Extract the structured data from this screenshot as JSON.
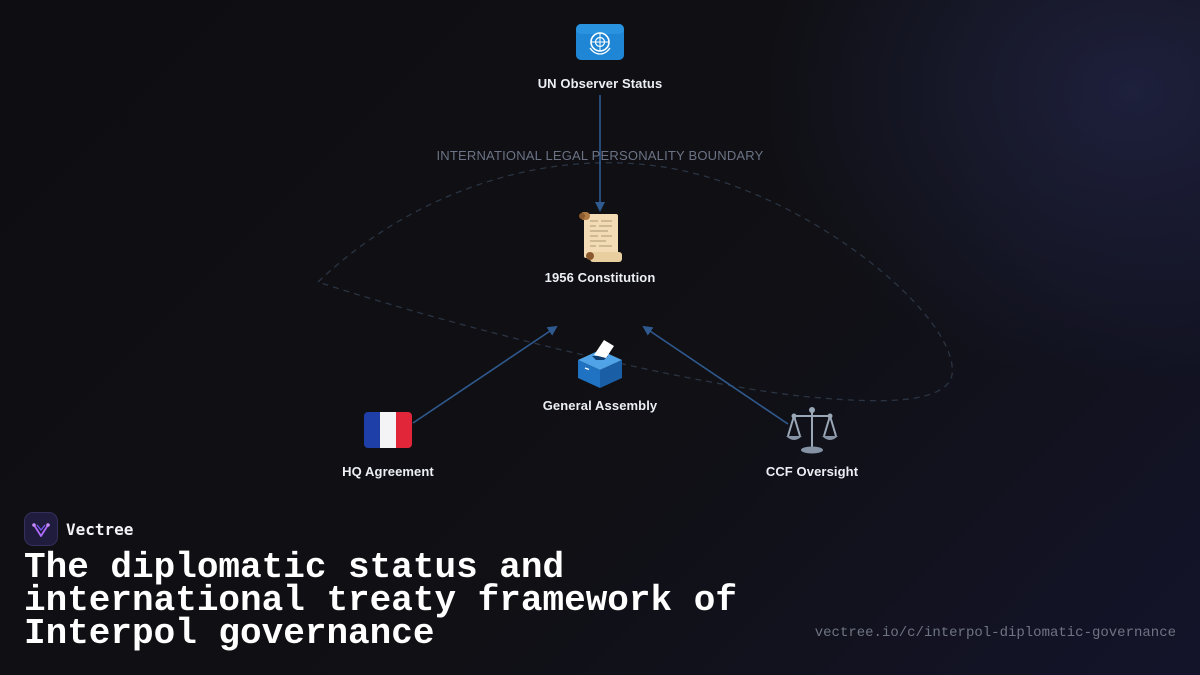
{
  "diagram": {
    "boundary_label": "INTERNATIONAL LEGAL PERSONALITY BOUNDARY",
    "nodes": {
      "un_observer": {
        "label": "UN Observer Status",
        "icon": "un-flag-icon"
      },
      "constitution": {
        "label": "1956 Constitution",
        "icon": "scroll-icon"
      },
      "general_assembly": {
        "label": "General Assembly",
        "icon": "ballot-box-icon"
      },
      "hq_agreement": {
        "label": "HQ Agreement",
        "icon": "france-flag-icon"
      },
      "ccf_oversight": {
        "label": "CCF Oversight",
        "icon": "balance-scale-icon"
      }
    },
    "edges": [
      {
        "from": "UN Observer Status",
        "to": "1956 Constitution"
      },
      {
        "from": "HQ Agreement",
        "to": "1956 Constitution"
      },
      {
        "from": "CCF Oversight",
        "to": "1956 Constitution"
      }
    ],
    "colors": {
      "edge": "#2f5a8f",
      "boundary": "#2a3442",
      "node_label": "#eceff4"
    }
  },
  "brand": {
    "name": "Vectree",
    "icon": "vectree-logo-icon"
  },
  "headline": "The diplomatic status and international treaty framework of Interpol governance",
  "source_url": "vectree.io/c/interpol-diplomatic-governance"
}
